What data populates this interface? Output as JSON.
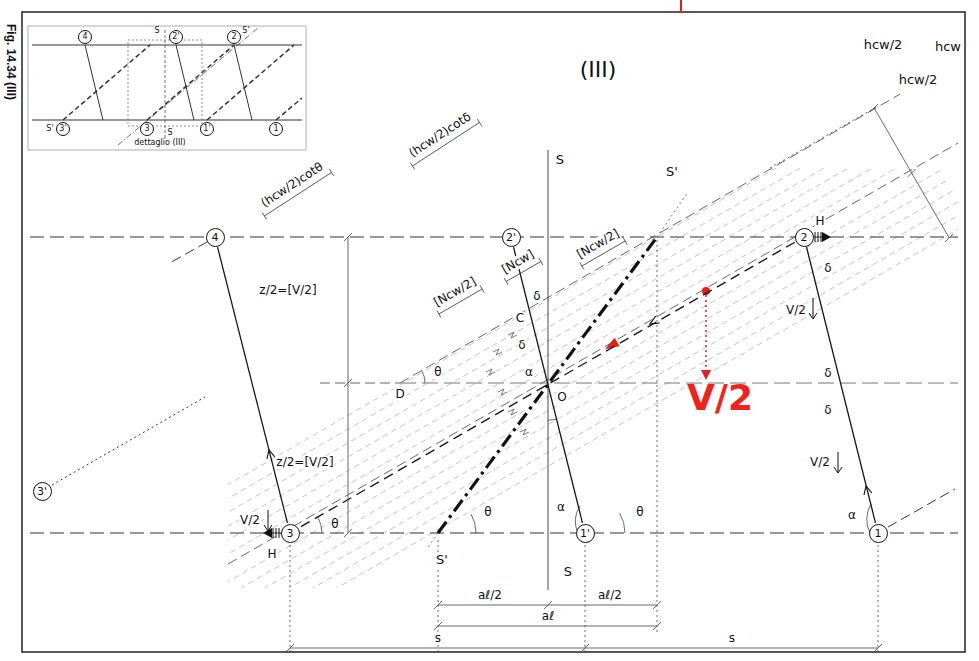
{
  "diagram": {
    "nodes": [
      {
        "text": [
          "4"
        ]
      },
      {
        "text": [
          "2'"
        ]
      },
      {
        "text": [
          "2"
        ]
      },
      {
        "text": [
          "3'"
        ]
      },
      {
        "text": [
          "3"
        ]
      },
      {
        "text": [
          "1'"
        ]
      },
      {
        "text": [
          "1"
        ]
      },
      {
        "text": [
          "4"
        ]
      },
      {
        "text": [
          "2'"
        ]
      },
      {
        "text": [
          "2"
        ]
      },
      {
        "text": [
          "3'"
        ]
      },
      {
        "text": [
          "3"
        ]
      },
      {
        "text": [
          "1'"
        ]
      },
      {
        "text": [
          "1"
        ]
      }
    ],
    "edges": [
      {
        "from": 7,
        "to": 11,
        "arrow": "none"
      },
      {
        "from": 8,
        "to": 12,
        "arrow": "none"
      },
      {
        "from": 9,
        "to": 13,
        "arrow": "none"
      },
      {
        "from": 9,
        "to": 11,
        "arrow": "none"
      }
    ],
    "labels": [
      "Fig. 14.34 (III)",
      "dettaglio (III)",
      "S",
      "S'",
      "S",
      "S'",
      "(III)",
      "(hcw/2)cotθ",
      "(hcw/2)cotδ",
      "[Ncw/2]",
      "[Ncw]",
      "[Ncw/2]",
      "S",
      "S'",
      "z/2=[V/2]",
      "z/2=[V/2]",
      "C",
      "D",
      "O",
      "θ",
      "α",
      "δ",
      "δ",
      "θ",
      "θ",
      "α",
      "θ",
      "α",
      "δ",
      "δ",
      "δ",
      "H",
      "V/2",
      "V/2",
      "V/2",
      "H",
      "V/2",
      "hcw/2",
      "hcw",
      "hcw/2",
      "aℓ/2",
      "aℓ/2",
      "aℓ",
      "s",
      "s",
      "S",
      "S'"
    ]
  }
}
